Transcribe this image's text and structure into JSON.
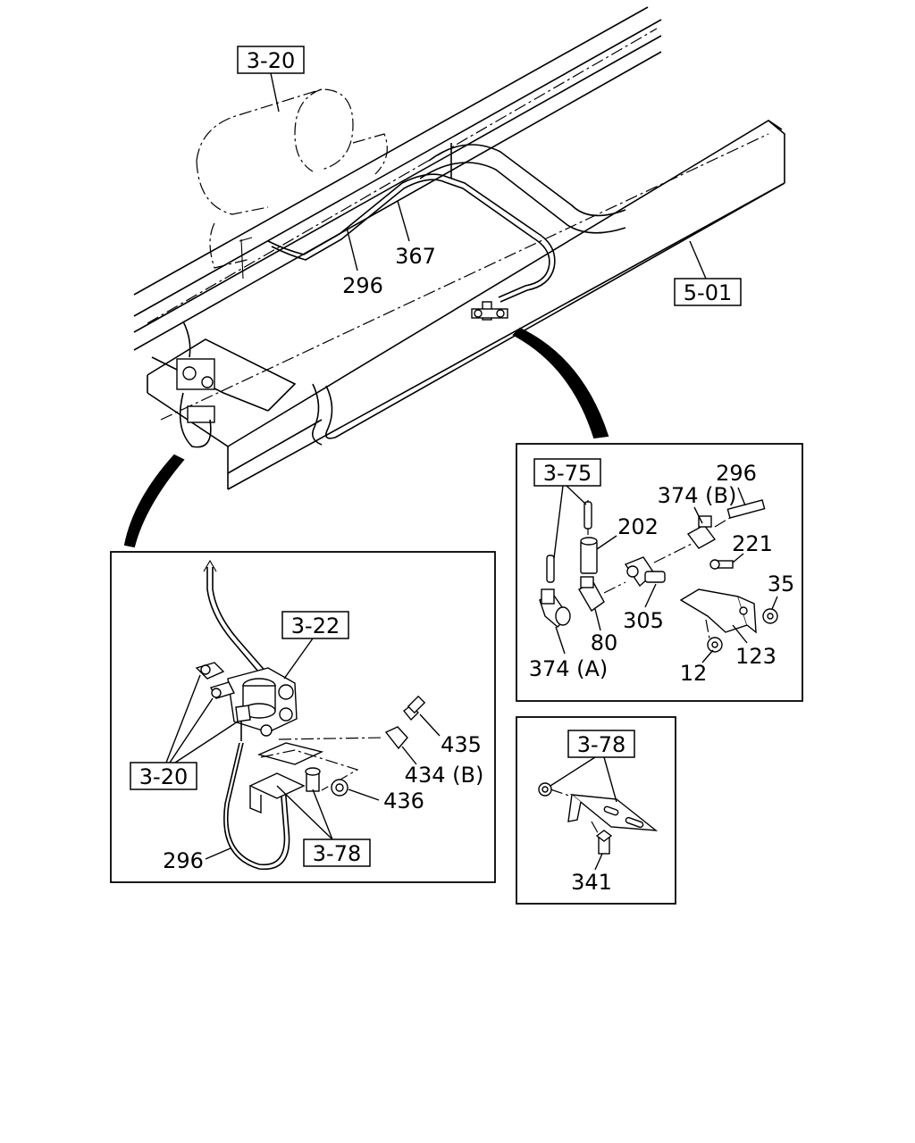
{
  "callouts": {
    "top_ref_3_20": "3-20",
    "ref_5_01": "5-01",
    "pipe_367": "367",
    "pipe_296_top": "296",
    "ref_3_22": "3-22",
    "ref_3_20_detail": "3-20",
    "part_435": "435",
    "part_434b": "434 (B)",
    "part_436": "436",
    "ref_3_78_detail": "3-78",
    "pipe_296_detail": "296",
    "ref_3_75": "3-75",
    "part_296_right": "296",
    "part_374b": "374 (B)",
    "part_202": "202",
    "part_221": "221",
    "part_35": "35",
    "part_305": "305",
    "part_80": "80",
    "part_374a": "374 (A)",
    "part_12": "12",
    "part_123": "123",
    "ref_3_78_bracket": "3-78",
    "part_341": "341"
  }
}
